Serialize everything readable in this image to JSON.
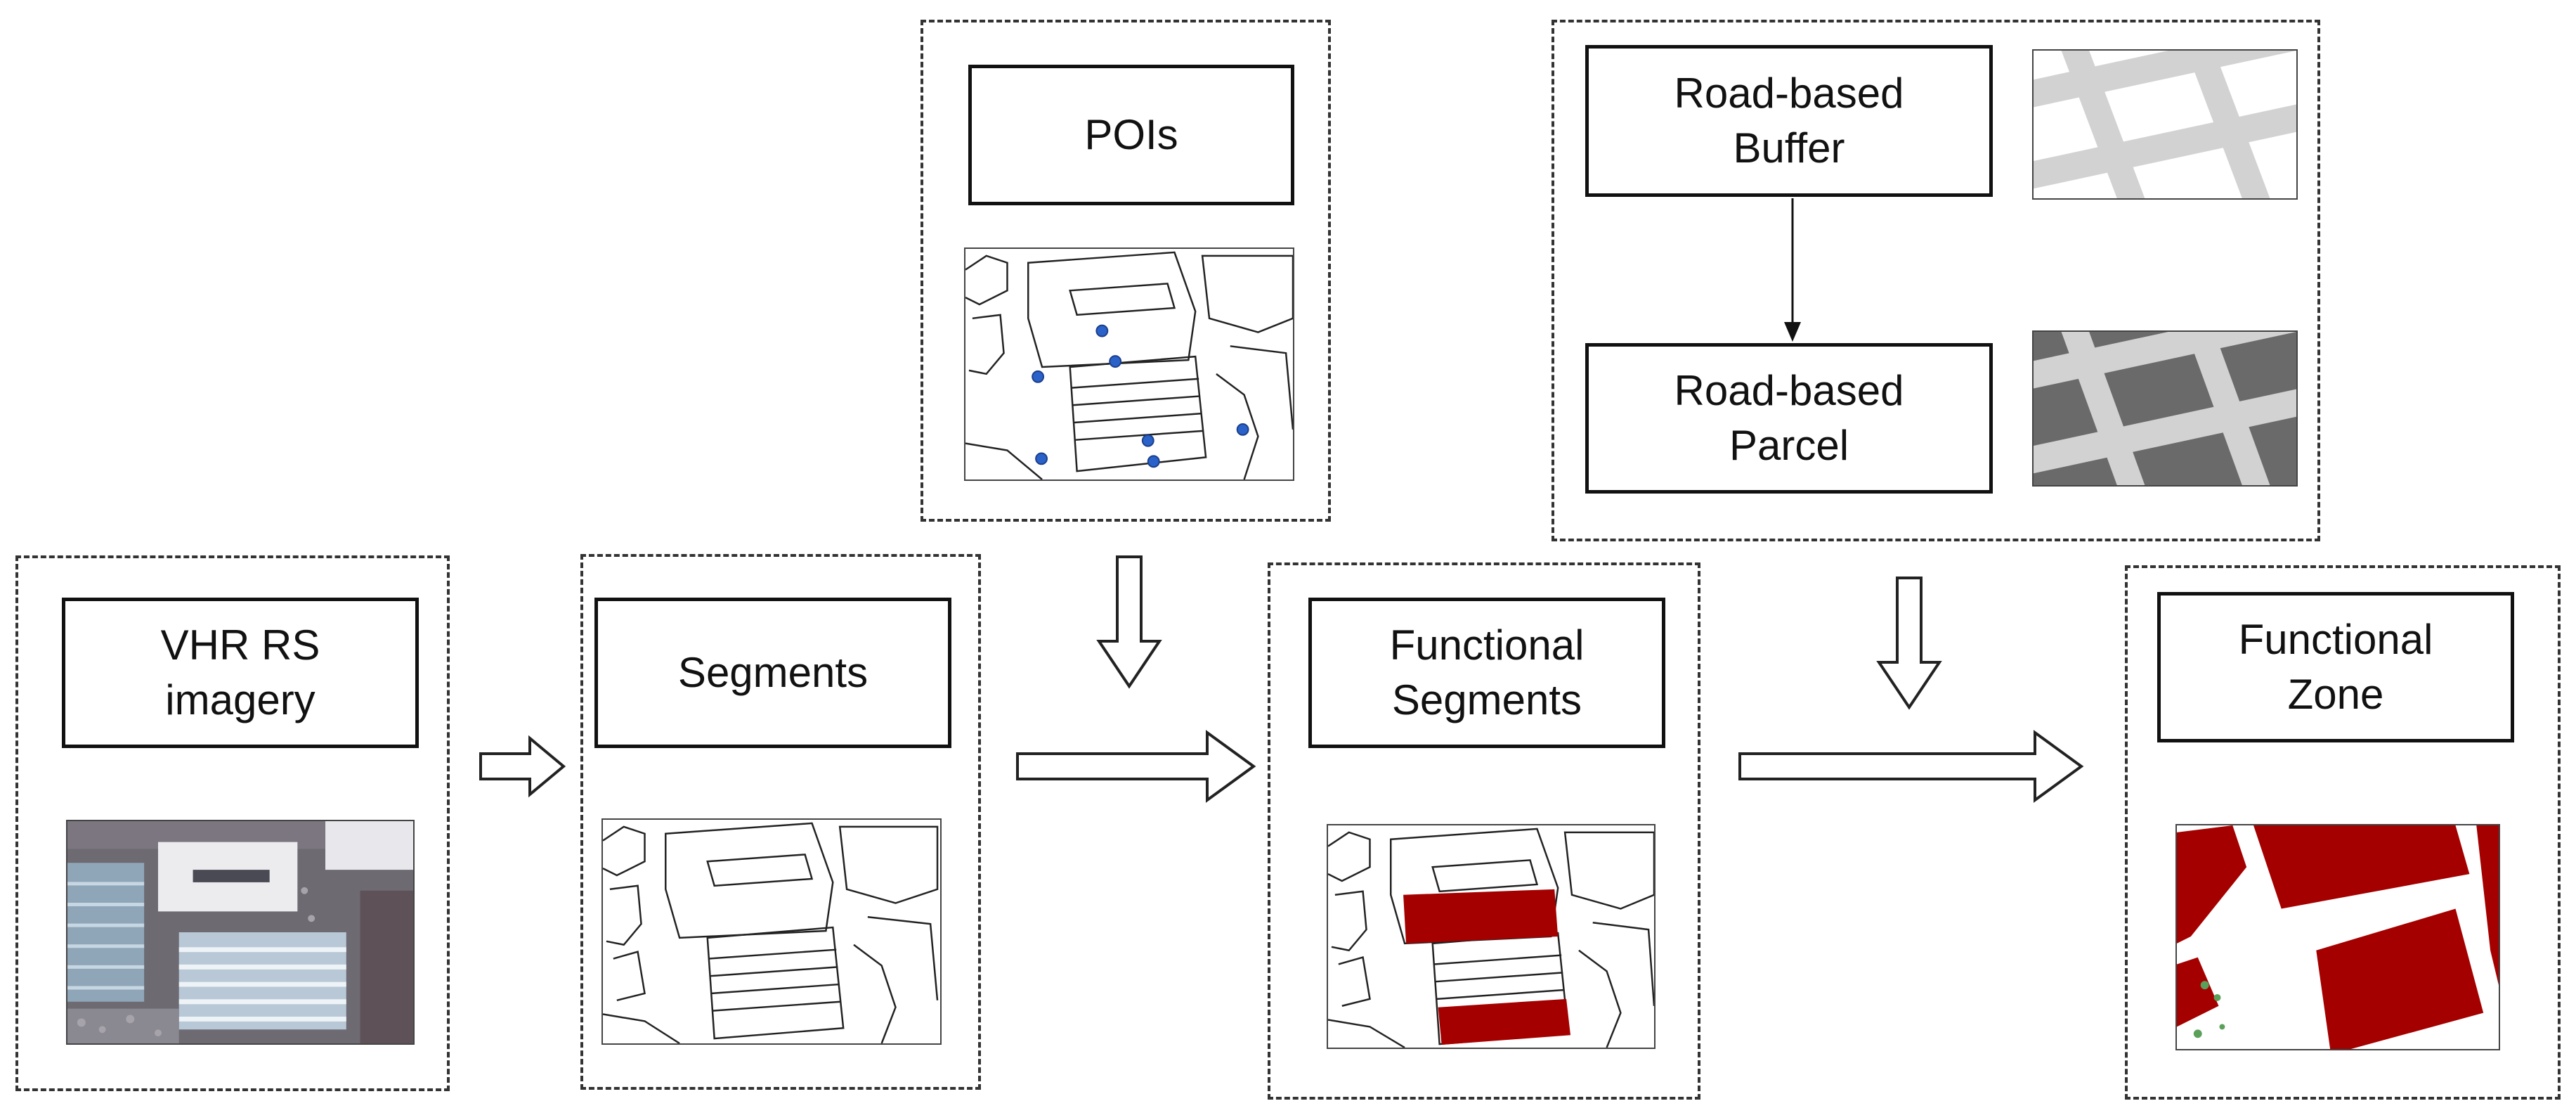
{
  "nodes": {
    "vhr": "VHR RS\nimagery",
    "segments": "Segments",
    "pois": "POIs",
    "functional_segments": "Functional\nSegments",
    "road_buffer": "Road-based\nBuffer",
    "road_parcel": "Road-based\nParcel",
    "functional_zone": "Functional\nZone"
  },
  "colors": {
    "functional": "#a50000",
    "poi": "#2a62c9",
    "buffer_road": "#d2d2d2",
    "parcel_block": "#6a6a6a",
    "vegetation": "#5aa05a"
  }
}
